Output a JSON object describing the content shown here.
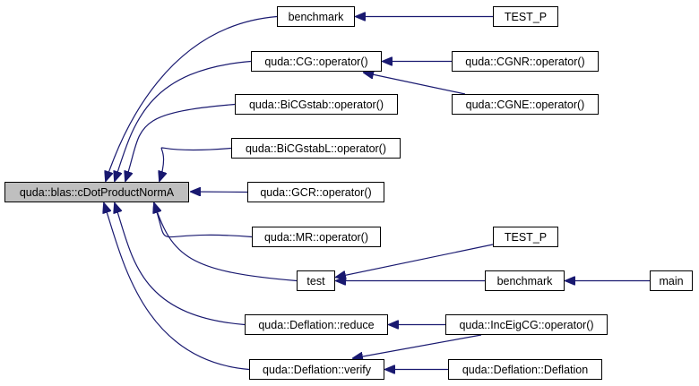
{
  "graph": {
    "type": "doxygen-caller-graph",
    "root": "quda::blas::cDotProductNormA",
    "colors": {
      "edge": "#191970",
      "root_fill": "#bfbfbf",
      "node_fill": "#ffffff",
      "border": "#000000"
    },
    "nodes": [
      {
        "id": "root",
        "label": "quda::blas::cDotProductNormA",
        "root": true
      },
      {
        "id": "benchmark1",
        "label": "benchmark"
      },
      {
        "id": "testp1",
        "label": "TEST_P"
      },
      {
        "id": "cg",
        "label": "quda::CG::operator()"
      },
      {
        "id": "cgnr",
        "label": "quda::CGNR::operator()"
      },
      {
        "id": "cgne",
        "label": "quda::CGNE::operator()"
      },
      {
        "id": "bicgstab",
        "label": "quda::BiCGstab::operator()"
      },
      {
        "id": "bicgstabl",
        "label": "quda::BiCGstabL::operator()"
      },
      {
        "id": "gcr",
        "label": "quda::GCR::operator()"
      },
      {
        "id": "mr",
        "label": "quda::MR::operator()"
      },
      {
        "id": "test",
        "label": "test"
      },
      {
        "id": "testp2",
        "label": "TEST_P"
      },
      {
        "id": "benchmark2",
        "label": "benchmark"
      },
      {
        "id": "main",
        "label": "main"
      },
      {
        "id": "reduce",
        "label": "quda::Deflation::reduce"
      },
      {
        "id": "inceigcg",
        "label": "quda::IncEigCG::operator()"
      },
      {
        "id": "verify",
        "label": "quda::Deflation::verify"
      },
      {
        "id": "deflation",
        "label": "quda::Deflation::Deflation"
      }
    ],
    "edges": [
      {
        "from": "benchmark1",
        "to": "root"
      },
      {
        "from": "cg",
        "to": "root"
      },
      {
        "from": "bicgstab",
        "to": "root"
      },
      {
        "from": "bicgstabl",
        "to": "root"
      },
      {
        "from": "gcr",
        "to": "root"
      },
      {
        "from": "mr",
        "to": "root"
      },
      {
        "from": "test",
        "to": "root"
      },
      {
        "from": "reduce",
        "to": "root"
      },
      {
        "from": "verify",
        "to": "root"
      },
      {
        "from": "testp1",
        "to": "benchmark1"
      },
      {
        "from": "cgnr",
        "to": "cg"
      },
      {
        "from": "cgne",
        "to": "cg"
      },
      {
        "from": "testp2",
        "to": "test"
      },
      {
        "from": "benchmark2",
        "to": "test"
      },
      {
        "from": "main",
        "to": "benchmark2"
      },
      {
        "from": "inceigcg",
        "to": "reduce"
      },
      {
        "from": "inceigcg",
        "to": "verify"
      },
      {
        "from": "deflation",
        "to": "verify"
      }
    ]
  }
}
